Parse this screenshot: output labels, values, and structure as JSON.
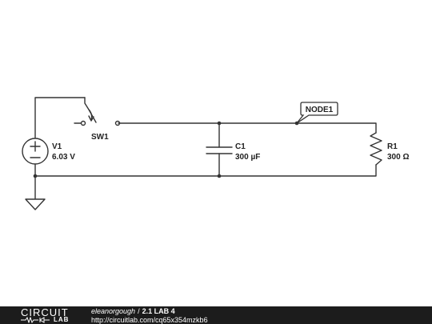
{
  "schematic": {
    "source": {
      "name": "V1",
      "value": "6.03 V"
    },
    "switch": {
      "name": "SW1"
    },
    "capacitor": {
      "name": "C1",
      "value": "300 µF"
    },
    "resistor": {
      "name": "R1",
      "value": "300 Ω"
    },
    "node_label": "NODE1"
  },
  "footer": {
    "logo_top": "CIRCUIT",
    "logo_bottom": "LAB",
    "owner": "eleanorgough",
    "separator": "/",
    "title": "2.1 LAB 4",
    "url": "http://circuitlab.com/cq65x354mzkb6"
  },
  "colors": {
    "wire": "#333333",
    "footer_bg": "#1c1c1c",
    "footer_text": "#ffffff"
  }
}
